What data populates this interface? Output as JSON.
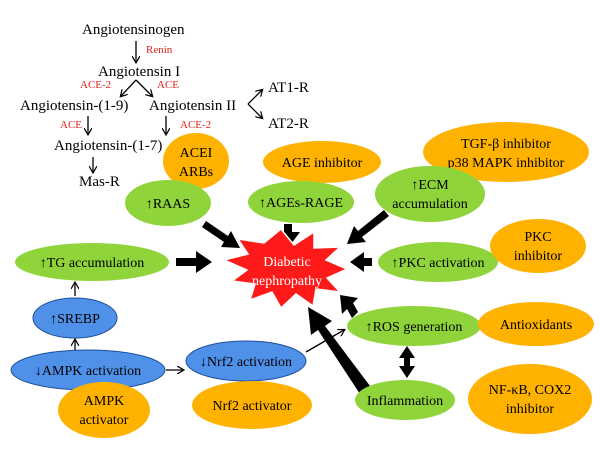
{
  "pathway": {
    "angiotensinogen": "Angiotensinogen",
    "renin": "Renin",
    "angiotensin_i": "Angiotensin I",
    "ace2_left": "ACE-2",
    "ace_right": "ACE",
    "angiotensin_1_9": "Angiotensin-(1-9)",
    "angiotensin_ii": "Angiotensin II",
    "at1r": "AT1-R",
    "at2r": "AT2-R",
    "ace_lower": "ACE",
    "ace2_lower": "ACE-2",
    "angiotensin_1_7": "Angiotensin-(1-7)",
    "mas_r": "Mas-R"
  },
  "center": {
    "line1": "Diabetic",
    "line2": "nephropathy",
    "fill_color": "#ff1a1a"
  },
  "green_nodes": {
    "raas": "↑RAAS",
    "ages_rage": "↑AGEs-RAGE",
    "ecm_line1": "↑ECM",
    "ecm_line2": "accumulation",
    "tg": "↑TG accumulation",
    "pkc": "↑PKC activation",
    "ros": "↑ROS generation",
    "inflammation": "Inflammation"
  },
  "blue_nodes": {
    "srebp": "↑SREBP",
    "ampk": "↓AMPK activation",
    "nrf2": "↓Nrf2 activation"
  },
  "orange_nodes": {
    "acei_line1": "ACEI",
    "acei_line2": "ARBs",
    "age_inhibitor": "AGE inhibitor",
    "tgf_line1": "TGF-β inhibitor",
    "tgf_line2": "p38 MAPK inhibitor",
    "pkc_line1": "PKC",
    "pkc_line2": "inhibitor",
    "antioxidants": "Antioxidants",
    "nfkb_line1": "NF-κB, COX2",
    "nfkb_line2": "inhibitor",
    "ampk_act_line1": "AMPK",
    "ampk_act_line2": "activator",
    "nrf2_activator": "Nrf2 activator"
  },
  "colors": {
    "green": "#8ed43a",
    "blue": "#4f90e8",
    "orange": "#ffb200",
    "red_text": "#e0201b",
    "burst": "#ff1a1a"
  }
}
